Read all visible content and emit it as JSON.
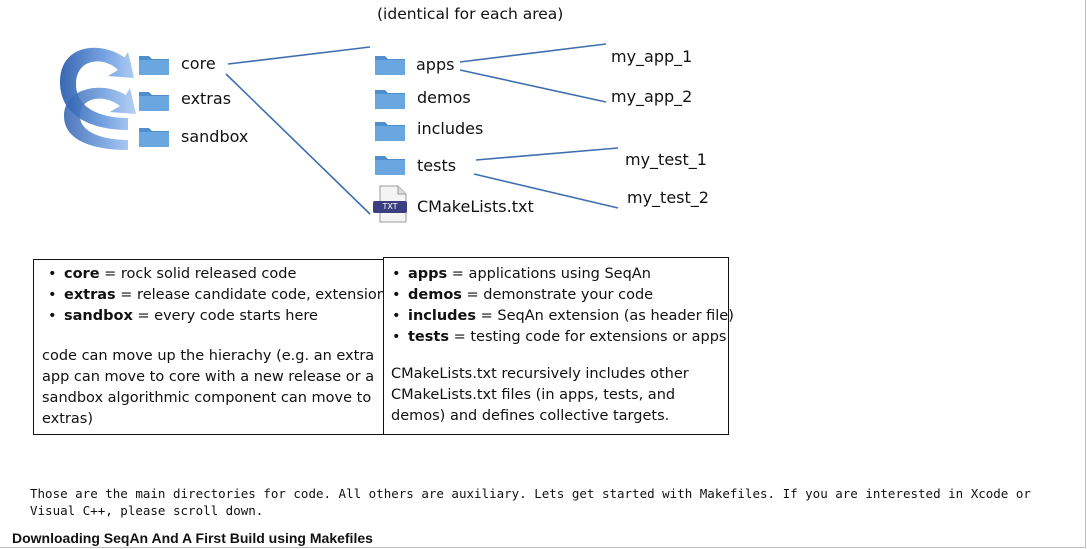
{
  "diagram": {
    "caption": "(identical for each area)",
    "areas": [
      {
        "name": "core"
      },
      {
        "name": "extras"
      },
      {
        "name": "sandbox"
      }
    ],
    "subdirs": [
      {
        "name": "apps"
      },
      {
        "name": "demos"
      },
      {
        "name": "includes"
      },
      {
        "name": "tests"
      }
    ],
    "cmake_file": {
      "name": "CMakeLists.txt",
      "badge": "TXT"
    },
    "app_items": [
      "my_app_1",
      "my_app_2"
    ],
    "test_items": [
      "my_test_1",
      "my_test_2"
    ],
    "colors": {
      "folder": "#5b9bd5",
      "arrow": "#4a78c0",
      "lines": "#3d6fb0"
    }
  },
  "left_box": {
    "bullets": [
      {
        "term": "core",
        "text": " = rock solid released code"
      },
      {
        "term": "extras",
        "text": " = release candidate code, extensions"
      },
      {
        "term": "sandbox",
        "text": " = every code starts here"
      }
    ],
    "note": "code can move up the hierachy (e.g. an extra app can move to core with a new release or a sandbox algorithmic component can move to extras)"
  },
  "right_box": {
    "bullets": [
      {
        "term": "apps",
        "text": " = applications using SeqAn"
      },
      {
        "term": "demos",
        "text": " = demonstrate your code"
      },
      {
        "term": "includes",
        "text": " = SeqAn extension (as header file)"
      },
      {
        "term": "tests",
        "text": " = testing code for extensions or apps"
      }
    ],
    "note": "CMakeLists.txt recursively includes other CMakeLists.txt files (in apps, tests, and demos) and defines collective targets."
  },
  "bullet_glyph": "•",
  "paragraph": "Those are the main directories for code. All others are auxiliary. Lets get started with Makefiles. If you are interested in Xcode or Visual C++, please scroll down.",
  "section_heading": "Downloading SeqAn And A First Build using Makefiles"
}
